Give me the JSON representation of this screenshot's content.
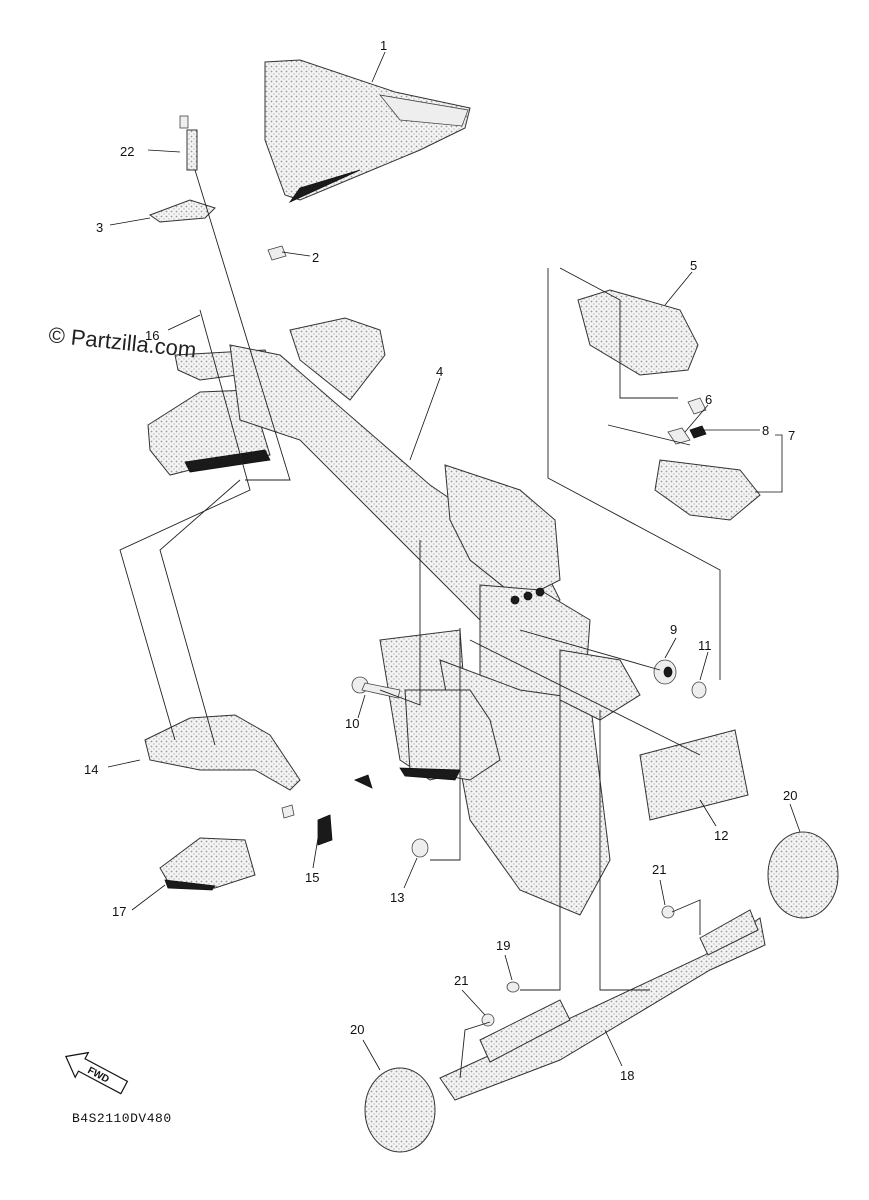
{
  "watermark": "© Partzilla.com",
  "diagram_code": "B4S2110DV480",
  "fwd_label": "FWD",
  "callouts": {
    "c1": "1",
    "c2": "2",
    "c3": "3",
    "c4": "4",
    "c5": "5",
    "c6": "6",
    "c7": "7",
    "c8": "8",
    "c9": "9",
    "c10": "10",
    "c11": "11",
    "c12": "12",
    "c13": "13",
    "c14": "14",
    "c15": "15",
    "c16": "16",
    "c17": "17",
    "c18": "18",
    "c19": "19",
    "c20a": "20",
    "c20b": "20",
    "c21a": "21",
    "c21b": "21",
    "c22": "22"
  }
}
